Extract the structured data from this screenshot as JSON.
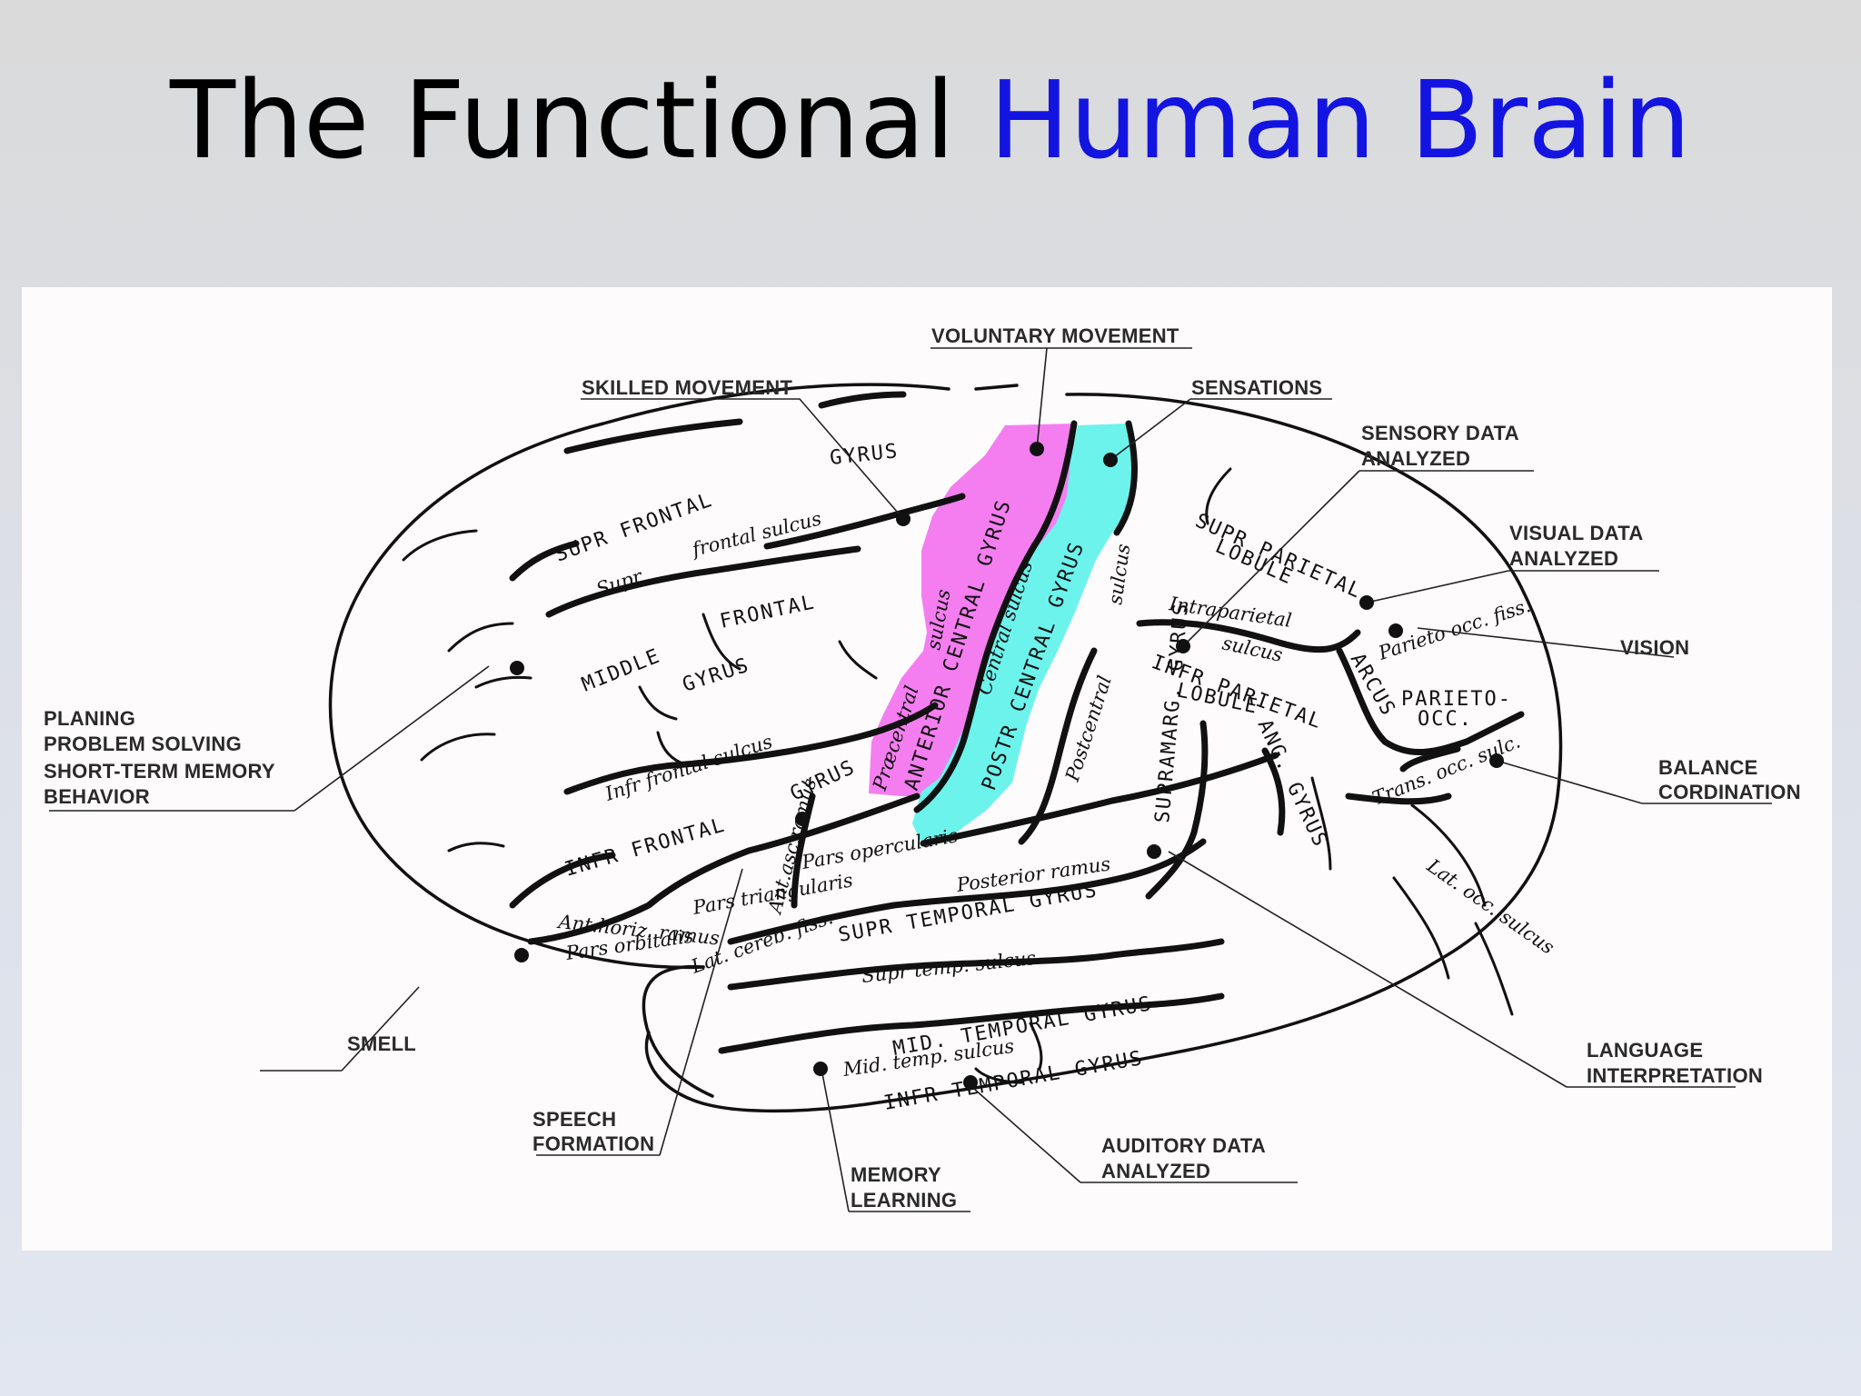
{
  "title": {
    "prefix": "The Functional",
    "accent": "Human Brain"
  },
  "colors": {
    "title_accent": "#1414e0",
    "precentral_region": "#f47ef0",
    "postcentral_region": "#6cf3ec"
  },
  "functions": {
    "voluntary": "VOLUNTARY MOVEMENT",
    "skilled": "SKILLED MOVEMENT",
    "sensations": "SENSATIONS",
    "sensory_1": "SENSORY DATA",
    "sensory_2": "ANALYZED",
    "visual_1": "VISUAL DATA",
    "visual_2": "ANALYZED",
    "vision": "VISION",
    "planing_1": "PLANING",
    "planing_2": "PROBLEM SOLVING",
    "planing_3": "SHORT-TERM MEMORY",
    "planing_4": "BEHAVIOR",
    "balance_1": "BALANCE",
    "balance_2": "CORDINATION",
    "smell": "SMELL",
    "language_1": "LANGUAGE",
    "language_2": "INTERPRETATION",
    "speech_1": "SPEECH",
    "speech_2": "FORMATION",
    "memory_1": "MEMORY",
    "memory_2": "LEARNING",
    "auditory_1": "AUDITORY DATA",
    "auditory_2": "ANALYZED"
  },
  "anatomy": {
    "gyrus_top": "GYRUS",
    "sup_frontal": "SUPR FRONTAL",
    "supr_frontal_sulcus": "frontal sulcus",
    "supr": "Supr",
    "middle": "MIDDLE",
    "frontal": "FRONTAL",
    "gyrus_mid": "GYRUS",
    "infr_frontal_sulcus": "Infr frontal sulcus",
    "gyrus_inf": "GYRUS",
    "inf_frontal": "INFR FRONTAL",
    "pars_triangularis": "Pars triangularis",
    "pars_opercularis": "Pars opercularis",
    "ant_asc_ramus": "Ant.asc.ramus",
    "ant_horiz_ramus": "Ant.horiz. ramus",
    "pars_orbitalis": "Pars orbitalis",
    "lat_cereb_fiss": "Lat. cereb. fiss.",
    "precentral_sulcus": "sulcus",
    "precentral": "Præcentral",
    "anterior_central_gyrus": "ANTERIOR CENTRAL GYRUS",
    "central_sulcus": "Central sulcus",
    "post_central_gyrus": "POSTR CENTRAL GYRUS",
    "postcentral_sulcus": "sulcus",
    "postcentral": "Postcentral",
    "sup_parietal": "SUPR PARIETAL",
    "lobule_1": "LOBULE",
    "intraparietal": "Intraparietal",
    "sulcus_ip": "sulcus",
    "inf_parietal": "INFR PARIETAL",
    "lobule_2": "LOBULE",
    "supramarg": "SUPRAMARG. GYRUS",
    "ang_gyrus": "ANG. GYRUS",
    "arcus": "ARCUS",
    "parieto_occ_fiss": "Parieto occ. fiss.",
    "parieto_occ": "PARIETO-",
    "occ": "OCC.",
    "trans_occ_sulc": "Trans. occ. sulc.",
    "lat_occ_sulcus": "Lat. occ. sulcus",
    "posterior_ramus": "Posterior ramus",
    "sup_temporal_gyrus": "SUPR TEMPORAL GYRUS",
    "supr_temp_sulcus": "Supr temp. sulcus",
    "mid_temporal_gyrus": "MID. TEMPORAL GYRUS",
    "mid_temp_sulcus": "Mid. temp. sulcus",
    "inf_temporal_gyrus": "INFR TEMPORAL GYRUS"
  }
}
